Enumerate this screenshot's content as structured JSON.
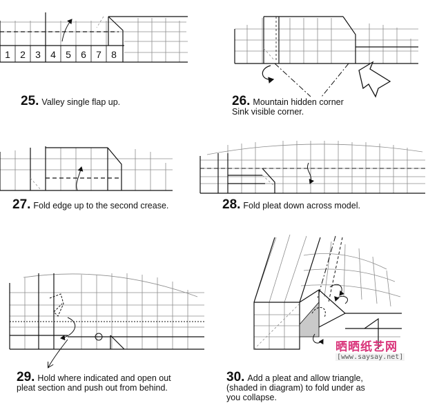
{
  "steps": [
    {
      "num": "25.",
      "lines": [
        "Valley single flap up."
      ]
    },
    {
      "num": "26.",
      "lines": [
        "Mountain hidden corner",
        "Sink visible corner."
      ]
    },
    {
      "num": "27.",
      "lines": [
        "Fold edge up to the second crease."
      ]
    },
    {
      "num": "28.",
      "lines": [
        "Fold pleat down across model."
      ]
    },
    {
      "num": "29.",
      "lines": [
        "Hold where indicated and open out",
        "pleat section and push out from behind."
      ]
    },
    {
      "num": "30.",
      "lines": [
        "Add a pleat  and allow triangle,",
        "(shaded in diagram) to fold under as",
        "you collapse."
      ]
    }
  ],
  "ruler": [
    "1",
    "2",
    "3",
    "4",
    "5",
    "6",
    "7",
    "8"
  ],
  "watermark": {
    "brand": "晒晒纸艺网",
    "url": "[www.saysay.net]"
  },
  "colors": {
    "ink": "#111111",
    "grid": "#8c8c8c",
    "shade": "#c9c9c9",
    "brand": "#d9347a"
  }
}
